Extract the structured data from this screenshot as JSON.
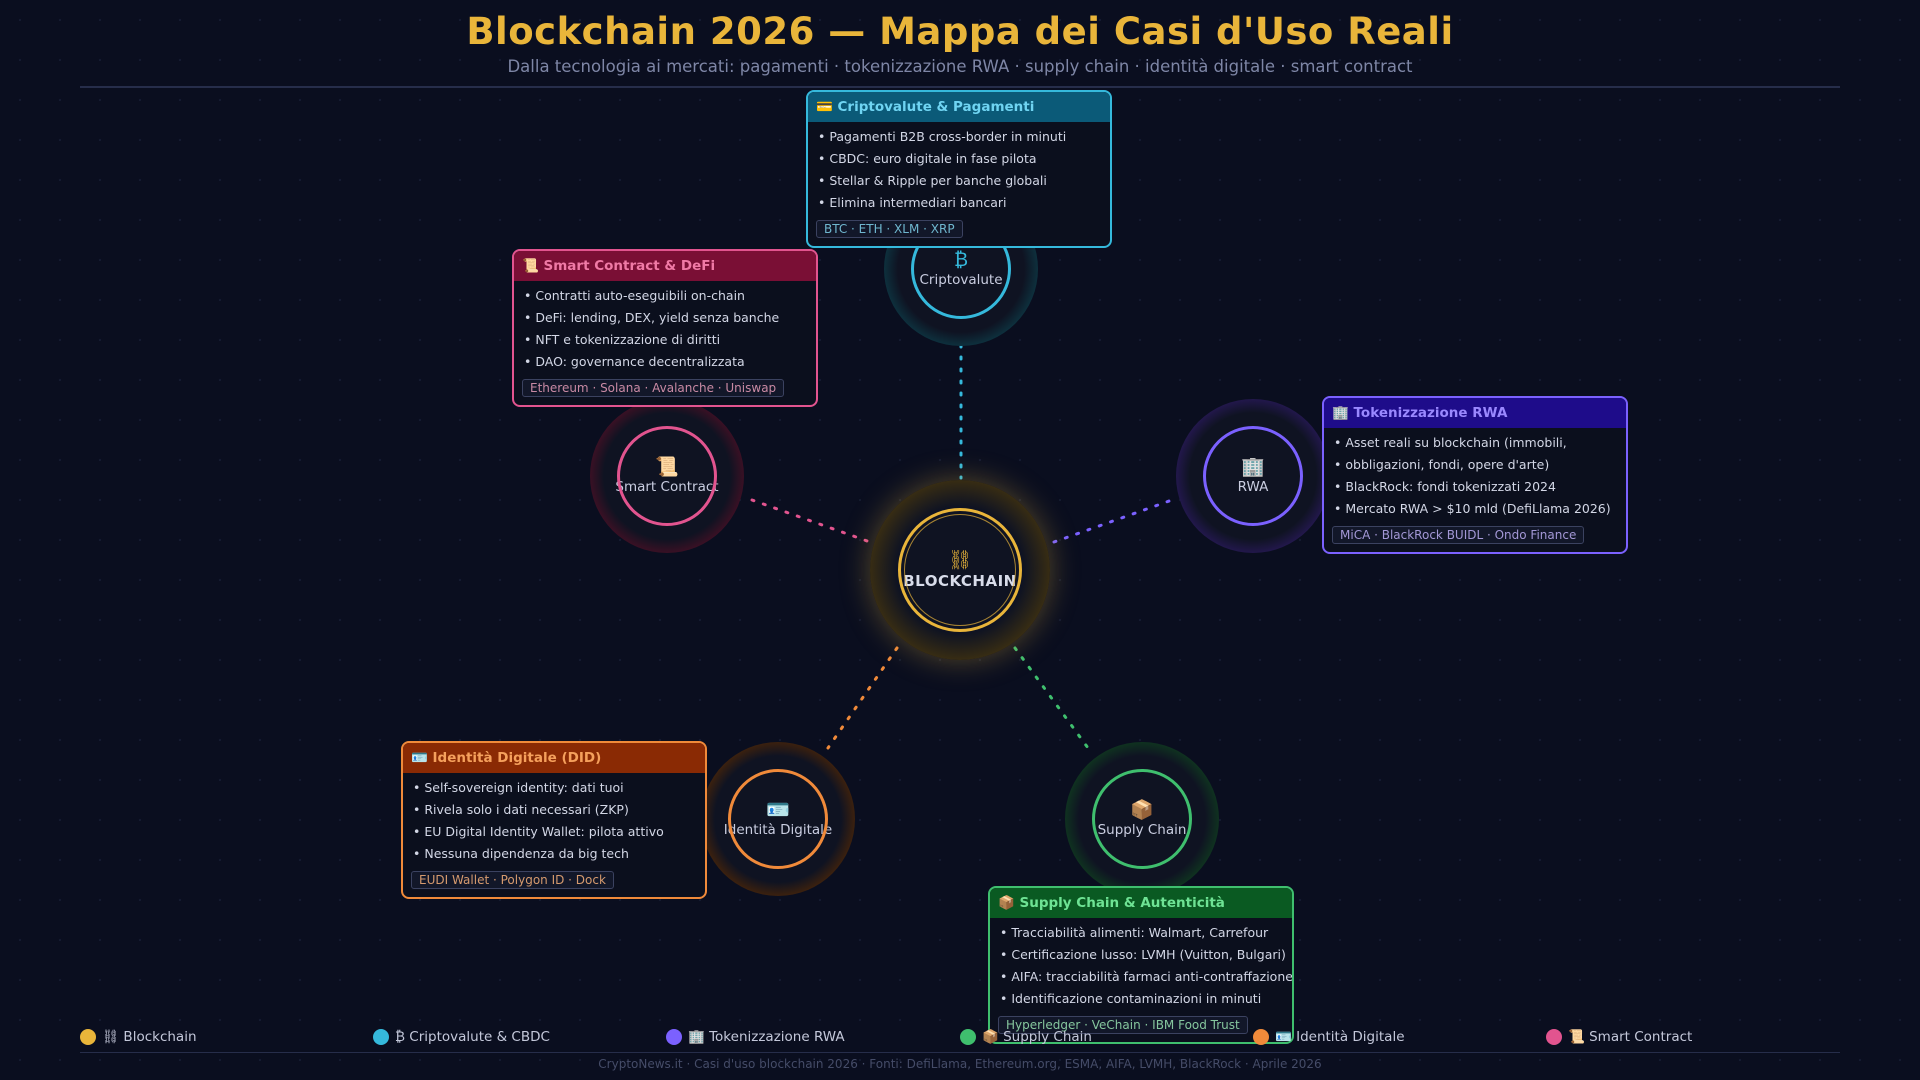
{
  "title": "Blockchain 2026 — Mappa dei Casi d'Uso Reali",
  "subtitle": "Dalla tecnologia ai mercati: pagamenti · tokenizzazione RWA · supply chain · identità digitale · smart contract",
  "colors": {
    "gold": "#e9b53a",
    "cyan": "#35b9dc",
    "purple": "#7b61ff",
    "green": "#3fbf6e",
    "orange": "#f08a3a",
    "pink": "#e2548f"
  },
  "nodes": {
    "center": {
      "label": "BLOCKCHAIN",
      "icon": "⛓"
    },
    "crypto": {
      "label": "Criptovalute",
      "icon": "₿"
    },
    "rwa": {
      "label": "RWA",
      "icon": "🏢"
    },
    "supply": {
      "label": "Supply Chain",
      "icon": "📦"
    },
    "did": {
      "label": "Identità Digitale",
      "icon": "🪪"
    },
    "smart": {
      "label": "Smart Contract",
      "icon": "📜"
    }
  },
  "cards": {
    "crypto": {
      "title": "💳 Criptovalute & Pagamenti",
      "items": [
        "Pagamenti B2B cross-border in minuti",
        "CBDC: euro digitale in fase pilota",
        "Stellar & Ripple per banche globali",
        "Elimina intermediari bancari"
      ],
      "tags": "BTC · ETH · XLM · XRP"
    },
    "smart": {
      "title": "📜 Smart Contract & DeFi",
      "items": [
        "Contratti auto-eseguibili on-chain",
        "DeFi: lending, DEX, yield senza banche",
        "NFT e tokenizzazione di diritti",
        "DAO: governance decentralizzata"
      ],
      "tags": "Ethereum · Solana · Avalanche · Uniswap"
    },
    "rwa": {
      "title": "🏢 Tokenizzazione RWA",
      "items": [
        "Asset reali su blockchain (immobili,",
        "obbligazioni, fondi, opere d'arte)",
        "BlackRock: fondi tokenizzati 2024",
        "Mercato RWA > $10 mld (DefiLlama 2026)"
      ],
      "tags": "MiCA · BlackRock BUIDL · Ondo Finance"
    },
    "did": {
      "title": "🪪 Identità Digitale (DID)",
      "items": [
        "Self-sovereign identity: dati tuoi",
        "Rivela solo i dati necessari (ZKP)",
        "EU Digital Identity Wallet: pilota attivo",
        "Nessuna dipendenza da big tech"
      ],
      "tags": "EUDI Wallet · Polygon ID · Dock"
    },
    "supply": {
      "title": "📦 Supply Chain & Autenticità",
      "items": [
        "Tracciabilità alimenti: Walmart, Carrefour",
        "Certificazione lusso: LVMH (Vuitton, Bulgari)",
        "AIFA: tracciabilità farmaci anti-contraffazione",
        "Identificazione contaminazioni in minuti"
      ],
      "tags": "Hyperledger · VeChain · IBM Food Trust"
    }
  },
  "legend": [
    {
      "label": "⛓ Blockchain",
      "color": "#e9b53a"
    },
    {
      "label": "₿ Criptovalute & CBDC",
      "color": "#35b9dc"
    },
    {
      "label": "🏢 Tokenizzazione RWA",
      "color": "#7b61ff"
    },
    {
      "label": "📦 Supply Chain",
      "color": "#3fbf6e"
    },
    {
      "label": "🪪 Identità Digitale",
      "color": "#f08a3a"
    },
    {
      "label": "📜 Smart Contract",
      "color": "#e2548f"
    }
  ],
  "footer": "CryptoNews.it  ·  Casi d'uso blockchain 2026  ·  Fonti: DefiLlama, Ethereum.org, ESMA, AIFA, LVMH, BlackRock  ·  Aprile 2026"
}
